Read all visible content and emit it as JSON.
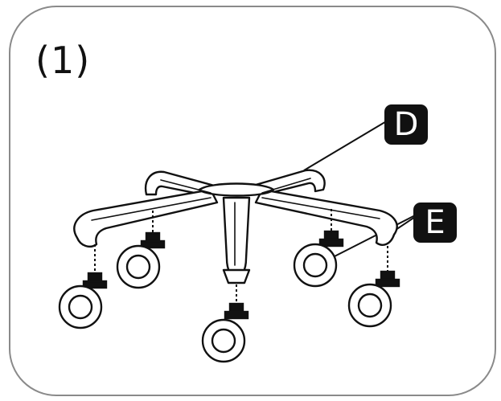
{
  "step": {
    "label": "(1)"
  },
  "callouts": [
    {
      "id": "D",
      "label": "D"
    },
    {
      "id": "E",
      "label": "E"
    }
  ],
  "colors": {
    "line": "#111111",
    "callout_fill": "#111111",
    "callout_text": "#ffffff",
    "frame": "#8a8a8a"
  }
}
